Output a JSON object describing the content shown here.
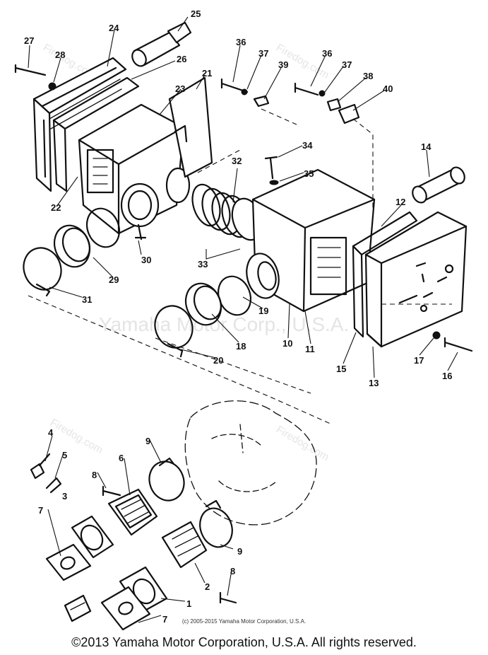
{
  "watermark": {
    "main": "Yamaha Motor Corp., U.S.A.",
    "site": "Firedog.com"
  },
  "callouts": [
    "1",
    "2",
    "3",
    "4",
    "5",
    "6",
    "7",
    "7",
    "8",
    "8",
    "9",
    "9",
    "10",
    "11",
    "12",
    "13",
    "14",
    "15",
    "16",
    "17",
    "18",
    "19",
    "20",
    "21",
    "22",
    "23",
    "24",
    "25",
    "26",
    "27",
    "28",
    "29",
    "30",
    "31",
    "32",
    "33",
    "34",
    "35",
    "36",
    "36",
    "37",
    "37",
    "38",
    "39",
    "40"
  ],
  "small_copyright": "(c) 2005-2015 Yamaha Motor Corporation, U.S.A.",
  "copyright": "©2013 Yamaha Motor Corporation, U.S.A. All rights reserved."
}
